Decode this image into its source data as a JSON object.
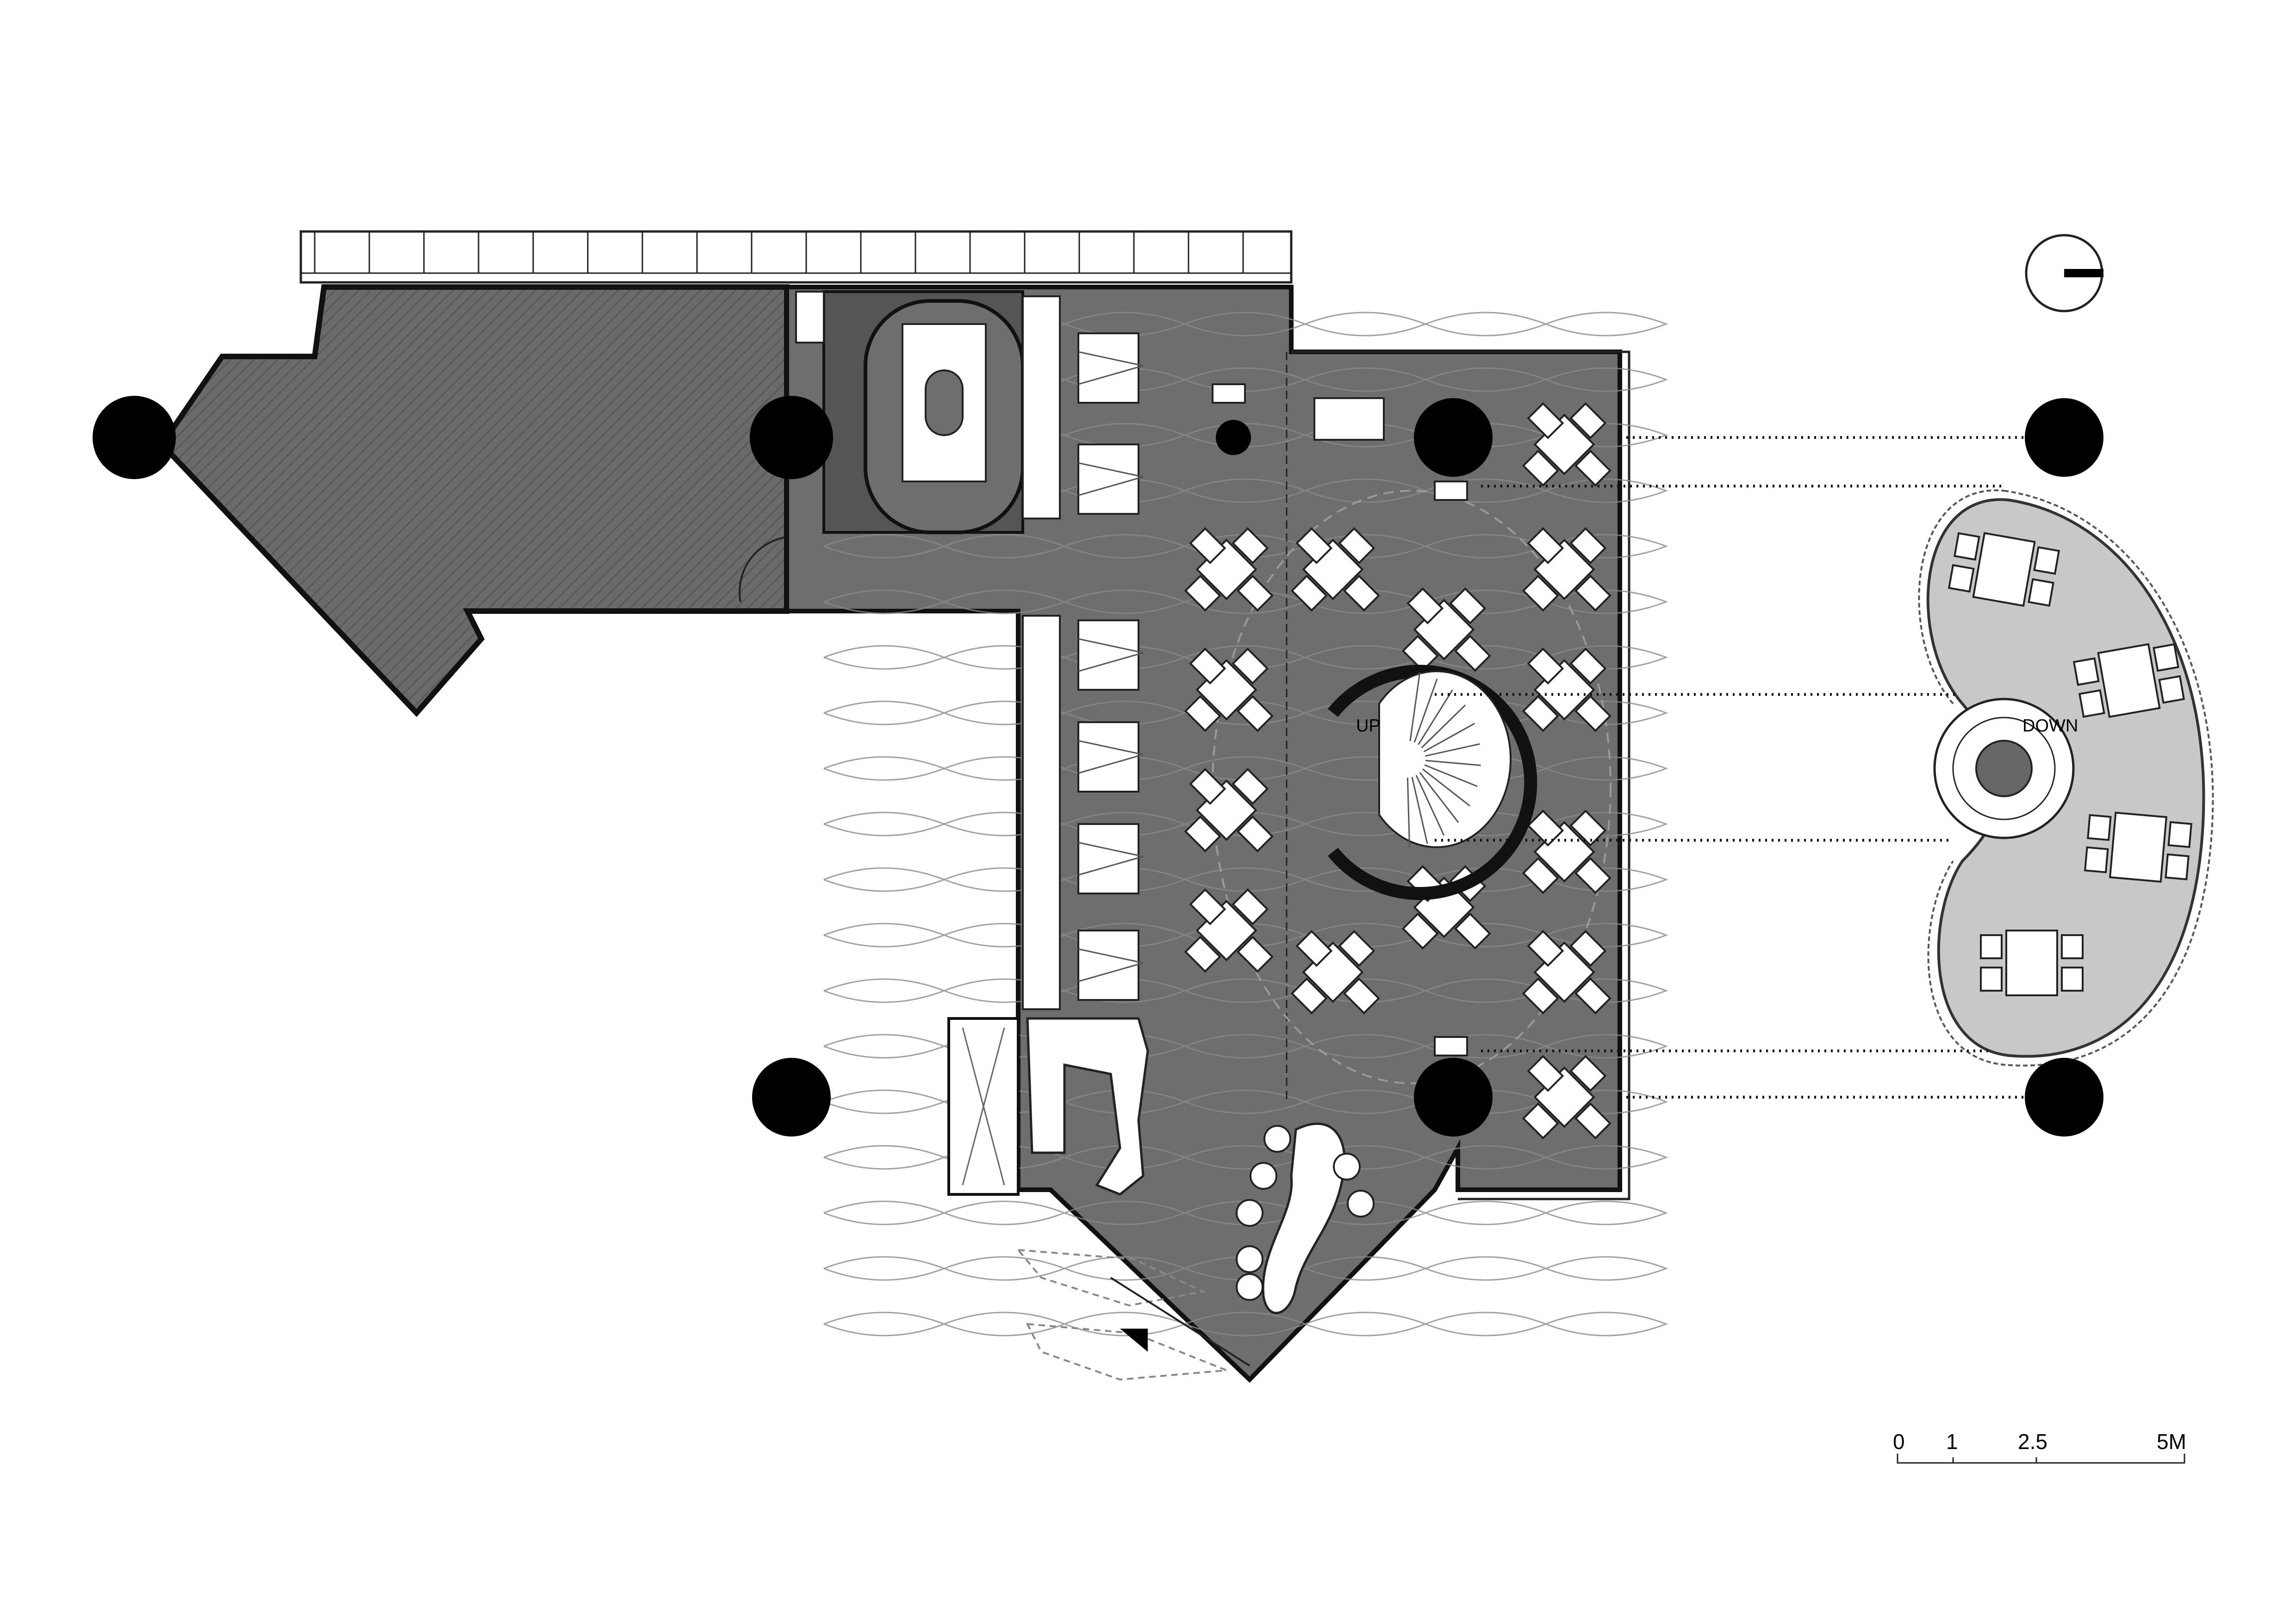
{
  "labels": {
    "stair_up": "UP",
    "stair_down": "DOWN"
  },
  "scale_bar": {
    "ticks": [
      "0",
      "1",
      "2.5",
      "5M"
    ]
  },
  "colors": {
    "floor_dark": "#6e6e6e",
    "floor_hatch": "#5f5f5f",
    "mezzanine": "#c8c8c8",
    "furniture": "#ffffff",
    "column": "#000000",
    "line": "#1a1a1a"
  },
  "icons": {
    "north": "north-arrow-icon",
    "entrance": "entrance-triangle-icon"
  }
}
